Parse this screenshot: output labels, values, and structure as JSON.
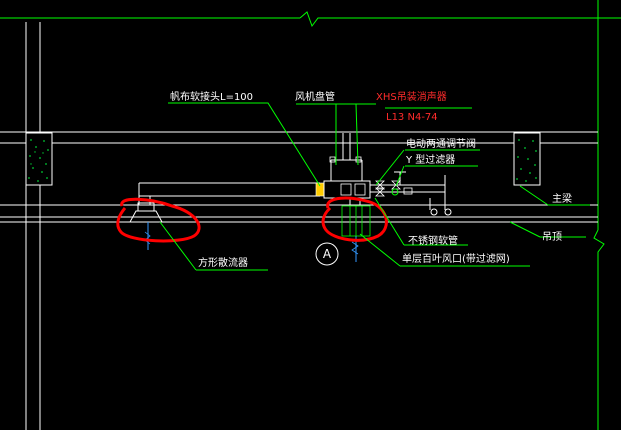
{
  "labels": {
    "flex_joint": "帆布软接头L=100",
    "air_pipe": "风机盘管",
    "xhs_muffler": "XHS吊装消声器",
    "model": "L13 N4-74",
    "electric_valve": "电动两通调节阀",
    "y_filter": "Y 型过滤器",
    "main_beam": "主梁",
    "ceiling": "吊顶",
    "stainless_pipe": "不锈钢软管",
    "return_vent": "单层百叶风口(带过滤网)",
    "square_diffuser": "方形散流器",
    "section_marker": "A"
  },
  "colors": {
    "background": "#000000",
    "structure": "#ffffff",
    "grid_line": "#00ff00",
    "highlight": "#ff0000",
    "red_text": "#ff2b2b",
    "vent_fill": "#ffcc00",
    "valve_green": "#00ff00"
  }
}
